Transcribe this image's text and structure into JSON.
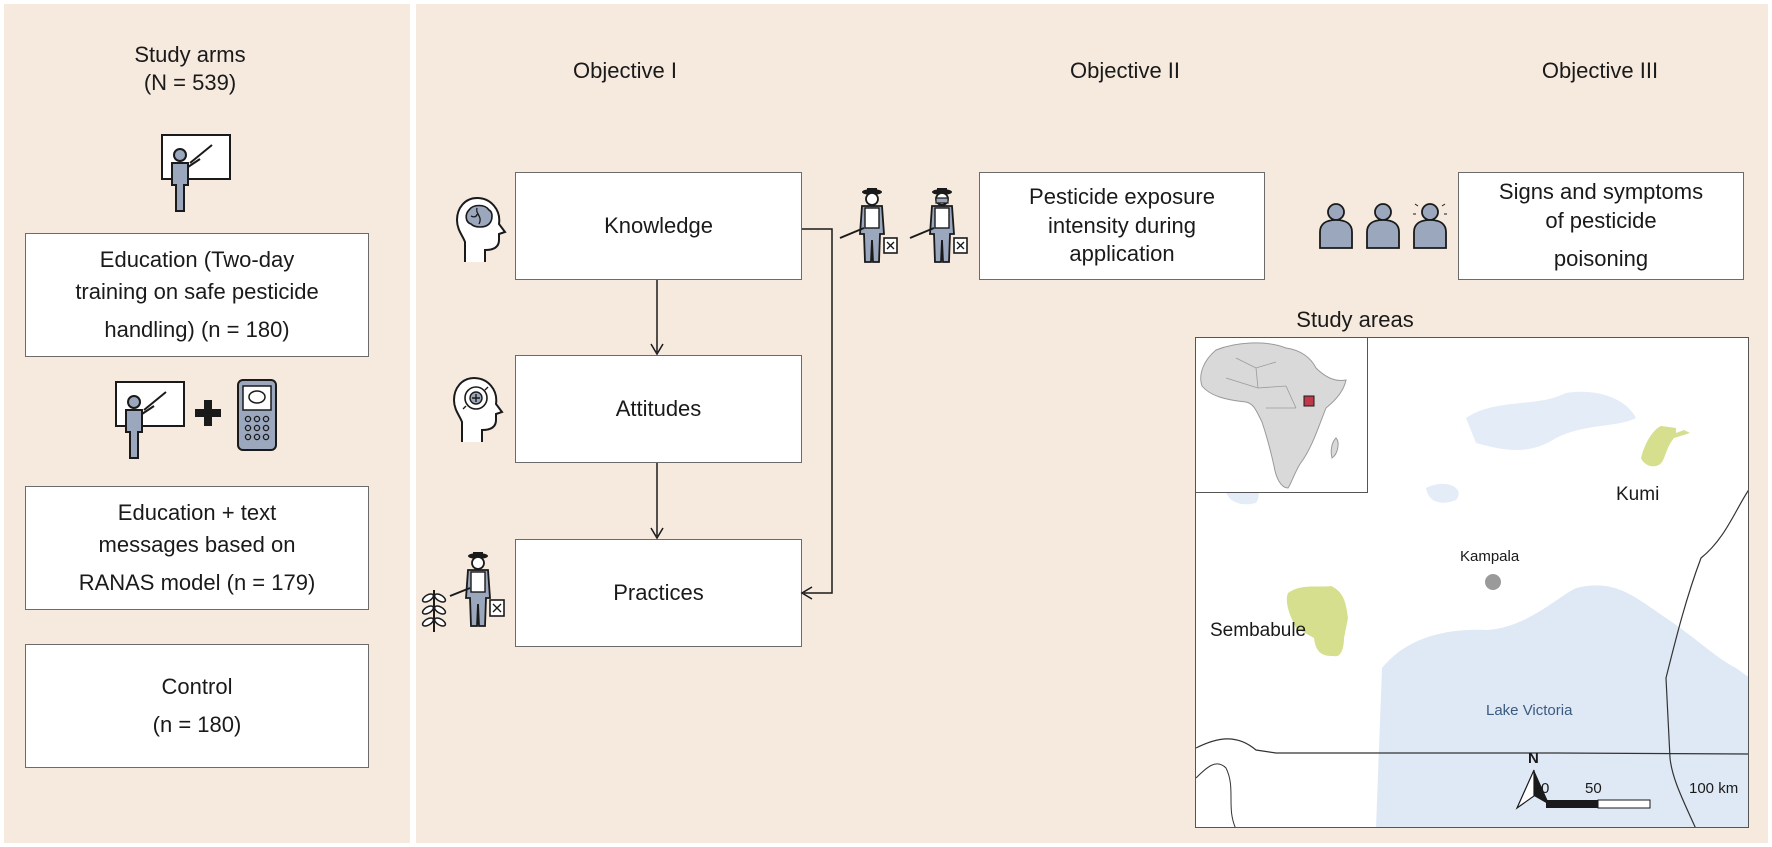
{
  "left": {
    "title": "Study arms",
    "total": "(N  = 539)",
    "arm1_lines": [
      "Education (Two-day",
      "training on safe pesticide",
      "handling) (n = 180)"
    ],
    "arm2_lines": [
      "Education + text",
      "messages based on",
      "RANAS model (n = 179)"
    ],
    "arm3_lines": [
      "Control",
      "(n = 180)"
    ]
  },
  "objectives": {
    "obj1": "Objective I",
    "obj2": "Objective II",
    "obj3": "Objective III",
    "knowledge": "Knowledge",
    "attitudes": "Attitudes",
    "practices": "Practices",
    "exposure_lines": [
      "Pesticide exposure",
      "intensity during",
      "application"
    ],
    "symptoms_lines": [
      "Signs and symptoms",
      "of pesticide",
      "poisoning"
    ]
  },
  "map": {
    "title": "Study areas",
    "kumi": "Kumi",
    "kampala": "Kampala",
    "sembabule": "Sembabule",
    "lake": "Lake Victoria",
    "north": "N",
    "scale_0": "0",
    "scale_50": "50",
    "scale_100": "100 km",
    "colors": {
      "district": "#d6df8e",
      "water": "#dfe9f5",
      "land_inset": "#d9d9d9",
      "kampala": "#9a9a9a",
      "uganda_inset": "#c0394b"
    }
  },
  "icons": {
    "teacher": "teacher-board-icon",
    "phone": "mobile-phone-icon",
    "head_brain": "head-brain-icon",
    "head_mind": "head-mind-icon",
    "farmer": "farmer-sprayer-icon",
    "people": "people-group-icon"
  }
}
